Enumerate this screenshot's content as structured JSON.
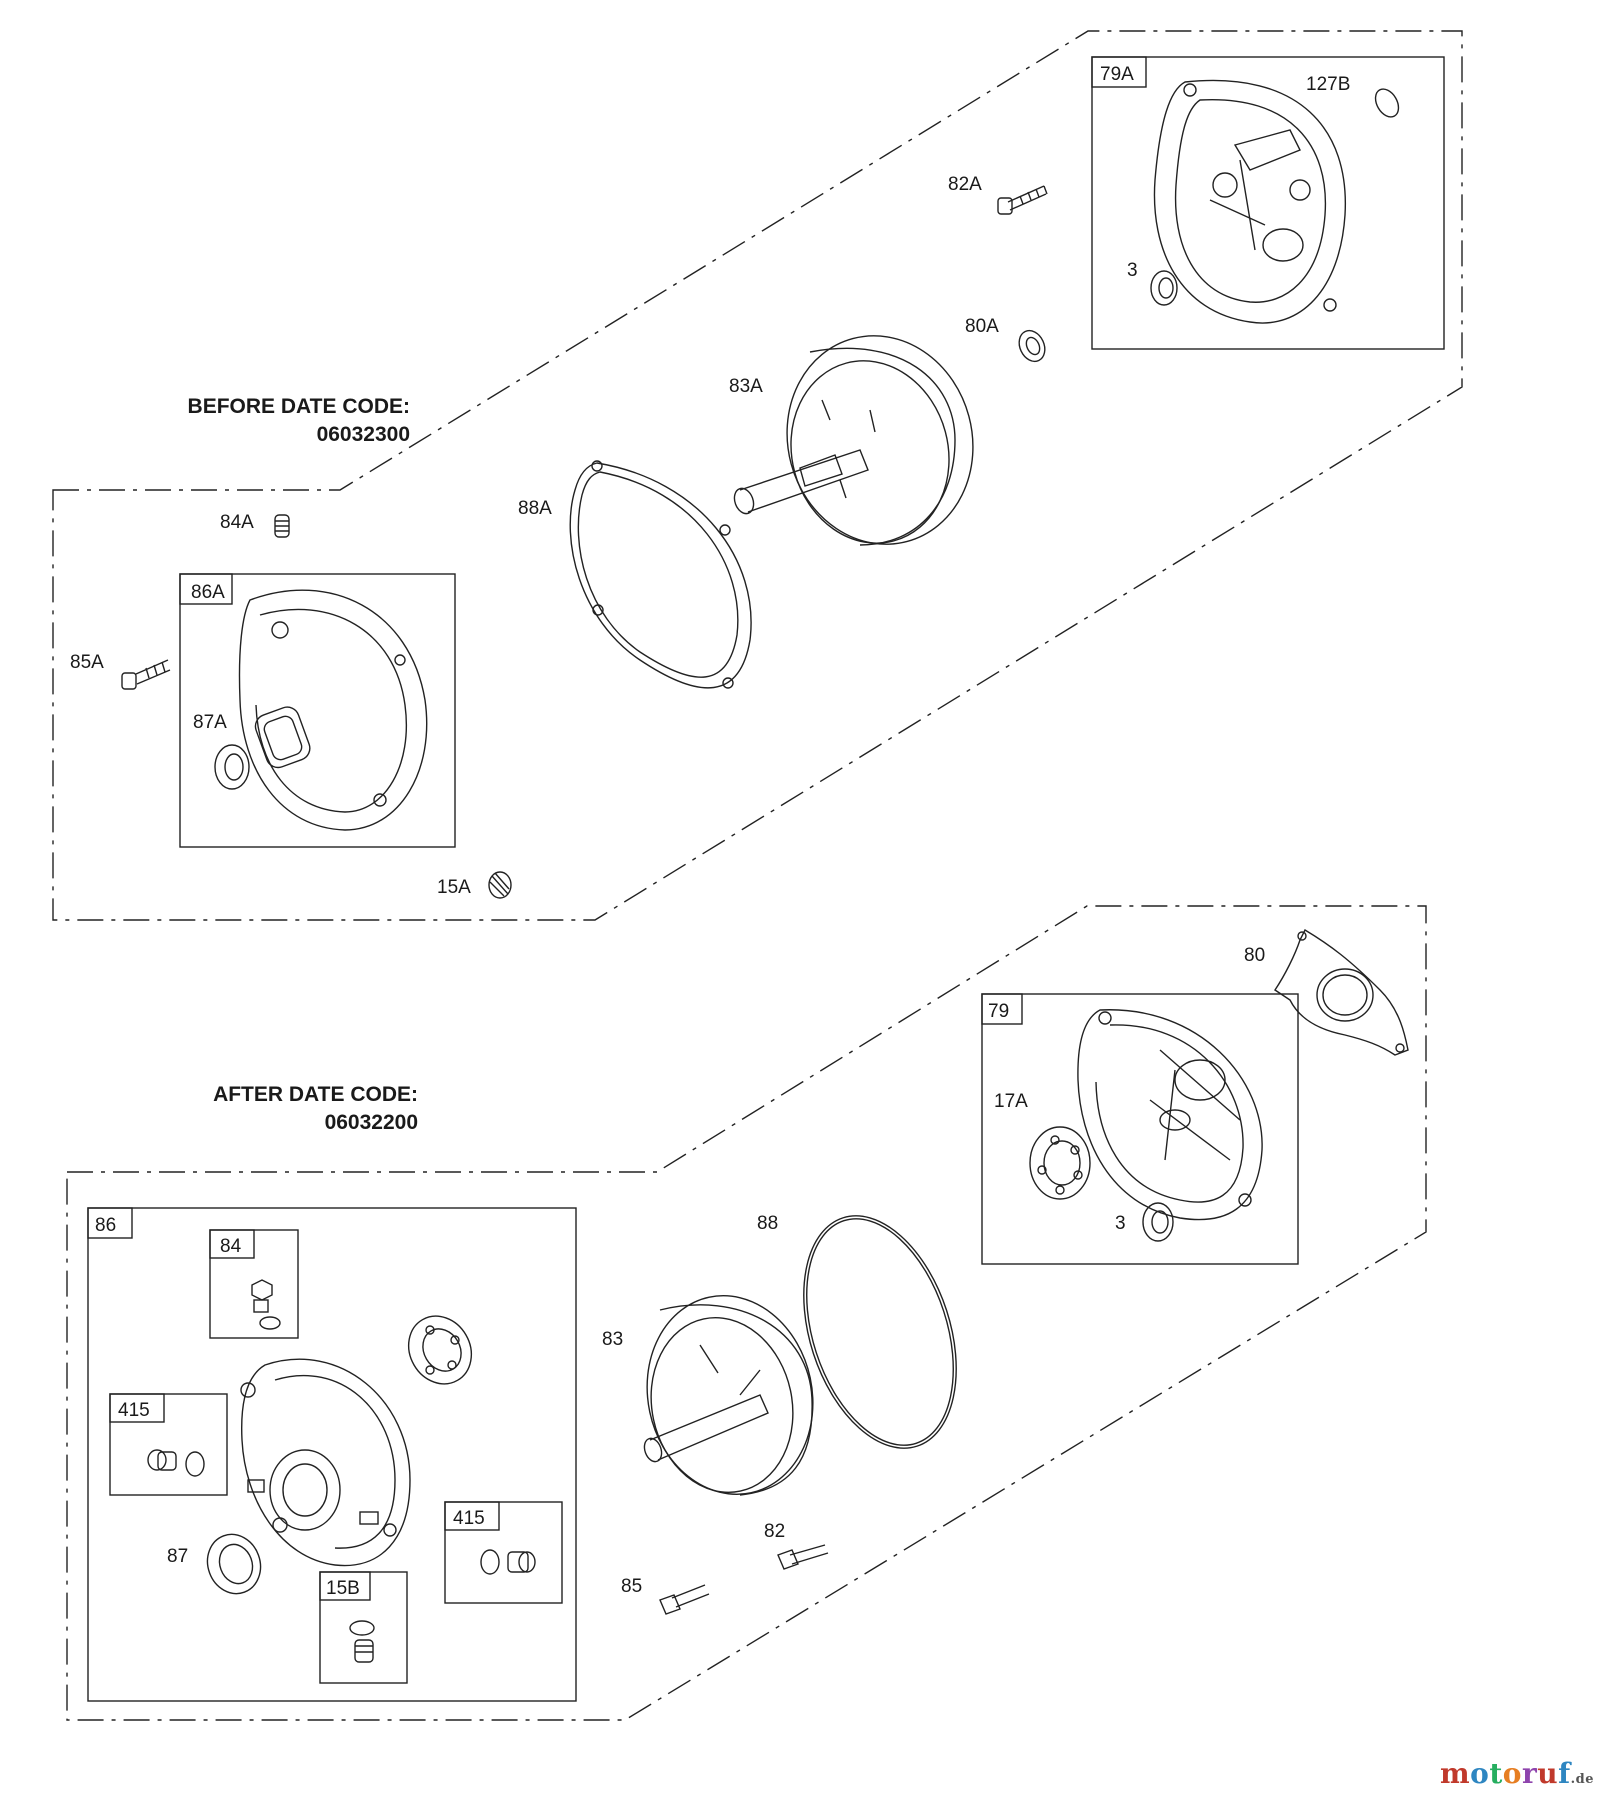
{
  "sections": {
    "before": {
      "heading": "BEFORE DATE CODE:",
      "code": "06032300"
    },
    "after": {
      "heading": "AFTER DATE CODE:",
      "code": "06032200"
    }
  },
  "labels": {
    "l79A": "79A",
    "l127B": "127B",
    "l82A": "82A",
    "l3a": "3",
    "l80A": "80A",
    "l83A": "83A",
    "l88A": "88A",
    "l84A": "84A",
    "l86A": "86A",
    "l85A": "85A",
    "l87A": "87A",
    "l15A": "15A",
    "l80": "80",
    "l79": "79",
    "l17A": "17A",
    "l3b": "3",
    "l88": "88",
    "l83": "83",
    "l86": "86",
    "l84": "84",
    "l415a": "415",
    "l415b": "415",
    "l87": "87",
    "l15B": "15B",
    "l82": "82",
    "l85": "85"
  },
  "watermark": {
    "brand": "motoruf",
    "tld": ".de"
  }
}
